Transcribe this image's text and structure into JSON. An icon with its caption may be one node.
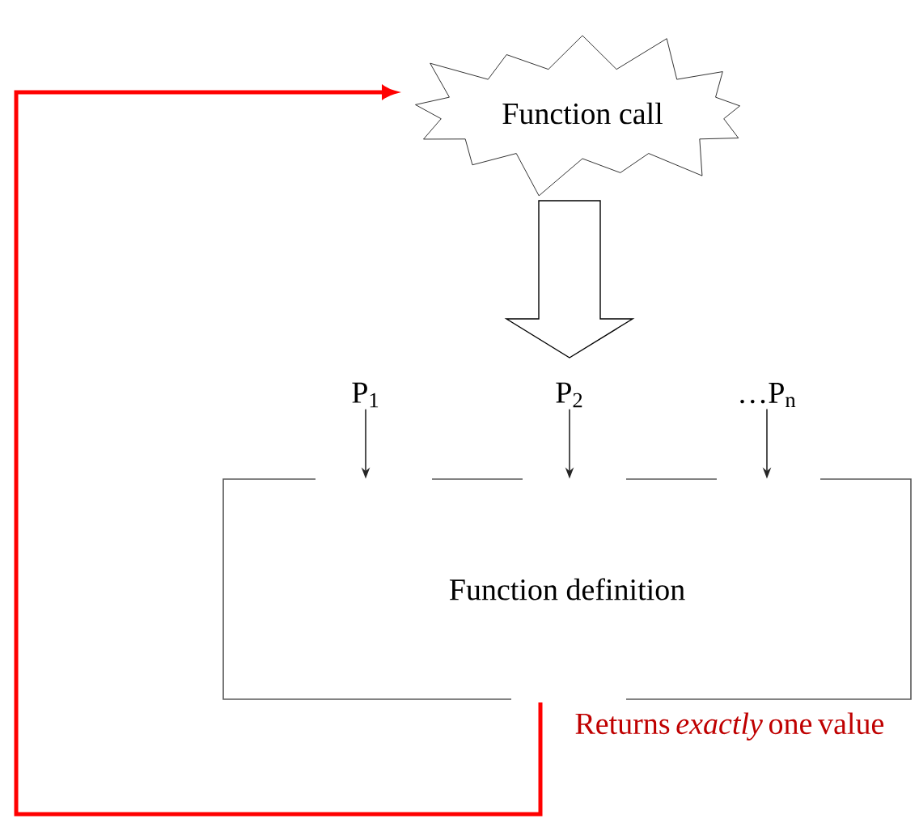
{
  "diagram": {
    "nodes": [
      {
        "text": [
          "Function call"
        ]
      },
      {
        "text": [
          "Function definition"
        ]
      },
      {
        "text": [
          "P$_{1}$"
        ]
      },
      {
        "text": [
          "P$_{2}$"
        ]
      },
      {
        "text": [
          "…P$_{n}$"
        ]
      }
    ],
    "edges": [
      {
        "from": 0,
        "to": 1,
        "arrow": "to"
      },
      {
        "from": 2,
        "to": 1,
        "arrow": "to"
      },
      {
        "from": 3,
        "to": 1,
        "arrow": "to"
      },
      {
        "from": 4,
        "to": 1,
        "arrow": "to"
      },
      {
        "from": 1,
        "to": 0,
        "arrow": "to",
        "label": "Returns *exactly* one value",
        "style": "thick",
        "color": "#ff0000"
      }
    ]
  }
}
